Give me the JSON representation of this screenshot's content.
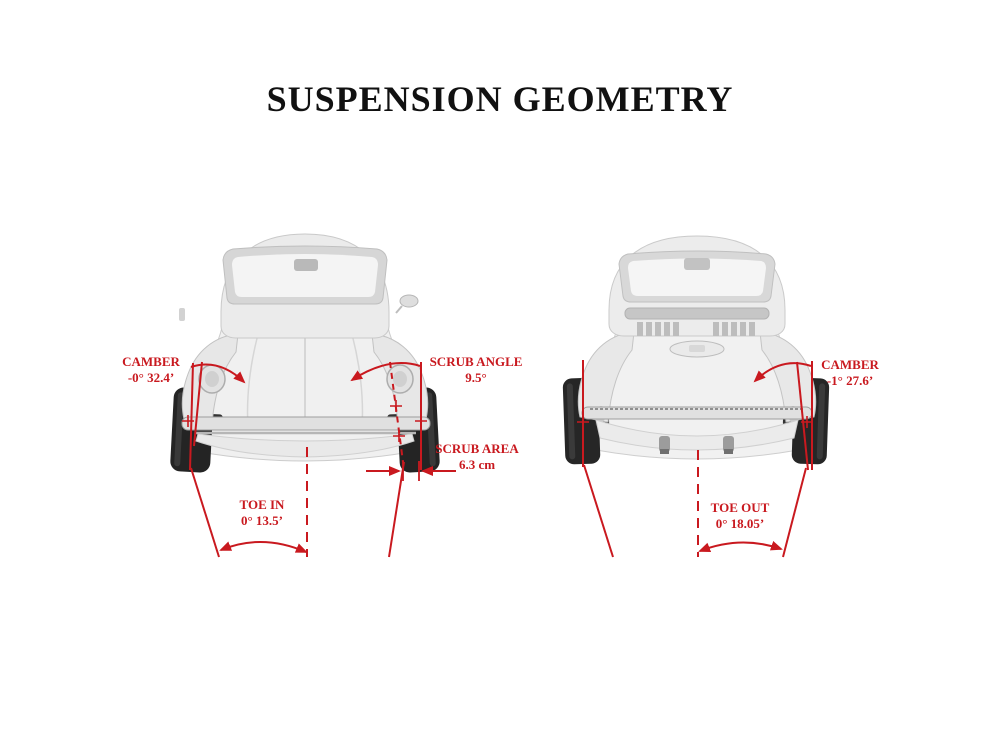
{
  "title": "SUSPENSION GEOMETRY",
  "colors": {
    "annotation_red": "#c9191f",
    "car_body_gray": "#ededed",
    "wheel_dark": "#242424",
    "background": "#ffffff"
  },
  "views": {
    "front": {
      "name": "front-view",
      "labels": {
        "camber": {
          "label": "CAMBER",
          "value": "-0° 32.4’"
        },
        "scrub_angle": {
          "label": "SCRUB ANGLE",
          "value": "9.5°"
        },
        "scrub_area": {
          "label": "SCRUB AREA",
          "value": "6.3 cm"
        },
        "toe_in": {
          "label": "TOE IN",
          "value": "0° 13.5’"
        }
      }
    },
    "rear": {
      "name": "rear-view",
      "labels": {
        "camber": {
          "label": "CAMBER",
          "value": "-1° 27.6’"
        },
        "toe_out": {
          "label": "TOE OUT",
          "value": "0° 18.05’"
        }
      }
    }
  }
}
